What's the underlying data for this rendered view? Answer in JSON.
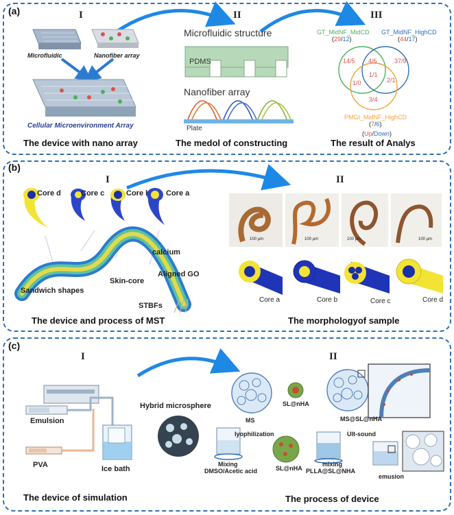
{
  "panel_a": {
    "label": "(a)",
    "roman": [
      "I",
      "II",
      "III"
    ],
    "microfluidic": "Microfluidic",
    "nanofiber_array": "Nanofiber array",
    "cellular": "Cellular Microenvironment Array",
    "microfluidic_structure": "Microfluidic structure",
    "pdms": "PDMS",
    "nanofiber_array_title": "Nanofiber array",
    "plate": "Plate",
    "venn": {
      "set1": "GT_MidNF_MidCD",
      "set1_counts_up": "29",
      "set1_counts_down": "12",
      "set2": "GT_MidNF_HighCD",
      "set2_counts_up": "44",
      "set2_counts_down": "17",
      "set3": "PMGI_MidNF_HighCD",
      "set3_counts_up": "7",
      "set3_counts_down": "6",
      "r1": "14/5",
      "r12": "4/6",
      "r2": "37/9",
      "r123": "1/1",
      "r13": "1/0",
      "r23": "2/1",
      "r3": "3/4",
      "legend_up": "Up",
      "legend_down": "Down"
    },
    "captions": [
      "The device with nano array",
      "The medol of constructing",
      "The result of Analys"
    ]
  },
  "panel_b": {
    "label": "(b)",
    "roman": [
      "I",
      "II"
    ],
    "cores_top": [
      "Core d",
      "Core c",
      "Core b",
      "Core a"
    ],
    "callouts": [
      "calcium",
      "Aligned GO",
      "Skin-core",
      "Sandwich shapes",
      "STBFs"
    ],
    "scale": "100 μm",
    "cores_bottom": [
      "Core a",
      "Core b",
      "Core c",
      "Core d"
    ],
    "captions": [
      "The device and process  of MST",
      "The morphologyof sample"
    ]
  },
  "panel_c": {
    "label": "(c)",
    "roman": [
      "I",
      "II"
    ],
    "hybrid": "Hybrid microsphere",
    "emulsion": "Emulsion",
    "pva": "PVA",
    "ice_bath": "Ice bath",
    "ms": "MS",
    "sl_nha": "SL@nHA",
    "ms_sl_nha": "MS@SL@nHA",
    "lyophilization": "lyophilization",
    "mixing1": "Mixing",
    "dmso": "DMSO/Acetic acid",
    "sl_nha2": "SL@nHA",
    "mixing2": "mixing",
    "plla": "PLLA@SL@NHA",
    "ult": "Ult-sound",
    "emusion": "emusion",
    "captions": [
      "The device of simulation",
      "The process of device"
    ]
  },
  "colors": {
    "panel_border": "#2f6fb5",
    "arrow": "#1e88e5",
    "blue_core": "#1b2fa6",
    "yellow": "#f2e335"
  }
}
